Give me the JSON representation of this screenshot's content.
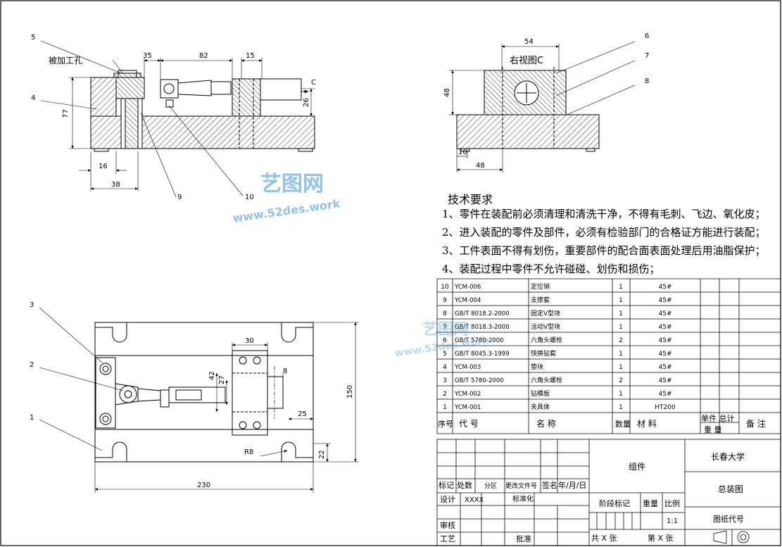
{
  "front_view": {
    "balloons": [
      "5",
      "4",
      "9",
      "10"
    ],
    "workpiece_hole_label": "被加工孔",
    "dims": [
      "35",
      "82",
      "15",
      "77",
      "26",
      "16",
      "38"
    ],
    "view_arrow_label": "C"
  },
  "side_view": {
    "title": "右视图C",
    "balloons": [
      "6",
      "7",
      "8"
    ],
    "dims": [
      "54",
      "48",
      "10",
      "48"
    ]
  },
  "top_view": {
    "balloons": [
      "3",
      "2",
      "1"
    ],
    "dims": [
      "30",
      "42",
      "27",
      "8",
      "25",
      "150",
      "R8",
      "22",
      "230"
    ]
  },
  "tech_req": {
    "title": "技术要求",
    "items": [
      "1、零件在装配前必须清理和清洗干净，不得有毛刺、飞边、氧化皮；",
      "2、进入装配的零件及部件，必须有检验部门的合格证方能进行装配；",
      "3、工件表面不得有划伤，重要部件的配合面表面处理后用油脂保护；",
      "4、装配过程中零件不允许碰碰、划伤和损伤；"
    ]
  },
  "parts": [
    {
      "no": "10",
      "code": "YCM-006",
      "name": "定位销",
      "qty": "1",
      "mat": "45#"
    },
    {
      "no": "9",
      "code": "YCM-004",
      "name": "支撑套",
      "qty": "1",
      "mat": "45#"
    },
    {
      "no": "8",
      "code": "GB/T 8018.2-2000",
      "name": "固定V型块",
      "qty": "1",
      "mat": "45#"
    },
    {
      "no": "7",
      "code": "GB/T 8018.3-2000",
      "name": "活动V型块",
      "qty": "1",
      "mat": "45#"
    },
    {
      "no": "6",
      "code": "GB/T 5780-2000",
      "name": "六角头螺栓",
      "qty": "2",
      "mat": "45#"
    },
    {
      "no": "5",
      "code": "GB/T 8045.3-1999",
      "name": "快换钻套",
      "qty": "1",
      "mat": "45#"
    },
    {
      "no": "4",
      "code": "YCM-003",
      "name": "垫块",
      "qty": "1",
      "mat": "45#"
    },
    {
      "no": "3",
      "code": "GB/T 5780-2000",
      "name": "六角头螺栓",
      "qty": "2",
      "mat": "45#"
    },
    {
      "no": "2",
      "code": "YCM-002",
      "name": "钻模板",
      "qty": "1",
      "mat": "45#"
    },
    {
      "no": "1",
      "code": "YCM-001",
      "name": "夹具体",
      "qty": "1",
      "mat": "HT200"
    }
  ],
  "parts_header": {
    "no": "序号",
    "code": "代    号",
    "name": "名    称",
    "qty": "数量",
    "mat": "材    料",
    "unit_total": "单件 总计",
    "weight": "重  量",
    "remark": "备  注"
  },
  "title_block": {
    "mark": "标记",
    "count": "处数",
    "zone": "分区",
    "change_doc": "更改文件号",
    "sign": "签名",
    "date": "年/月/日",
    "design": "设计",
    "design_value": "XXXX",
    "standard": "标准化",
    "review": "审核",
    "process": "工艺",
    "approve": "批准",
    "assembly": "组件",
    "school": "长春大学",
    "drawing_name": "总装图",
    "stage": "阶段标记",
    "weight": "重量",
    "scale": "比例",
    "scale_value": "1:1",
    "drawing_code": "图纸代号",
    "sheets": "共  X  张",
    "sheet_no": "第  X  张"
  },
  "watermark": {
    "brand": "艺图网",
    "url": "www.52des.work"
  },
  "colors": {
    "line": "#000000",
    "watermark": "#3d8fd6"
  }
}
